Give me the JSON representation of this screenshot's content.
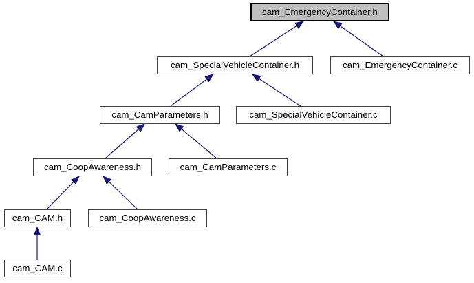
{
  "graph": {
    "kind": "doxygen-included-by-dependency-graph",
    "highlighted_node": "cam_EmergencyContainer.h",
    "nodes": [
      {
        "label": "cam_EmergencyContainer.h",
        "highlighted": true
      },
      {
        "label": "cam_SpecialVehicleContainer.h",
        "highlighted": false
      },
      {
        "label": "cam_EmergencyContainer.c",
        "highlighted": false
      },
      {
        "label": "cam_CamParameters.h",
        "highlighted": false
      },
      {
        "label": "cam_SpecialVehicleContainer.c",
        "highlighted": false
      },
      {
        "label": "cam_CoopAwareness.h",
        "highlighted": false
      },
      {
        "label": "cam_CamParameters.c",
        "highlighted": false
      },
      {
        "label": "cam_CAM.h",
        "highlighted": false
      },
      {
        "label": "cam_CoopAwareness.c",
        "highlighted": false
      },
      {
        "label": "cam_CAM.c",
        "highlighted": false
      }
    ],
    "edges": [
      {
        "from": "cam_SpecialVehicleContainer.h",
        "to": "cam_EmergencyContainer.h"
      },
      {
        "from": "cam_EmergencyContainer.c",
        "to": "cam_EmergencyContainer.h"
      },
      {
        "from": "cam_CamParameters.h",
        "to": "cam_SpecialVehicleContainer.h"
      },
      {
        "from": "cam_SpecialVehicleContainer.c",
        "to": "cam_SpecialVehicleContainer.h"
      },
      {
        "from": "cam_CoopAwareness.h",
        "to": "cam_CamParameters.h"
      },
      {
        "from": "cam_CamParameters.c",
        "to": "cam_CamParameters.h"
      },
      {
        "from": "cam_CAM.h",
        "to": "cam_CoopAwareness.h"
      },
      {
        "from": "cam_CoopAwareness.c",
        "to": "cam_CoopAwareness.h"
      },
      {
        "from": "cam_CAM.c",
        "to": "cam_CAM.h"
      }
    ],
    "colors": {
      "edge": "#191970",
      "node_fill": "#ffffff",
      "node_border": "#404040",
      "highlight_fill": "#bfbfbf",
      "highlight_border": "#000000",
      "text": "#000000",
      "background": "#ffffff"
    }
  }
}
